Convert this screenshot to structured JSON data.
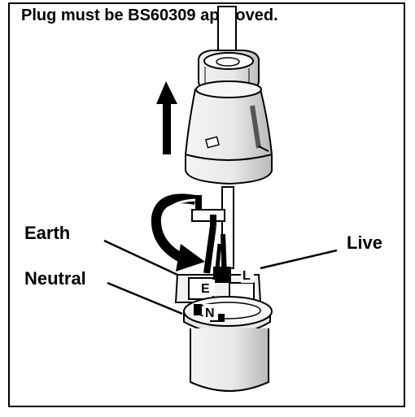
{
  "title": "Plug must be BS60309 approved.",
  "labels": {
    "earth": "Earth",
    "neutral": "Neutral",
    "live": "Live"
  },
  "pins": {
    "earth": "E",
    "neutral": "N",
    "live": "L"
  },
  "icons": {
    "pull_direction": "up-arrow-icon",
    "rotate_direction": "curved-rotate-arrow-icon"
  },
  "colors": {
    "line": "#000000",
    "shade": "#d9d9d9",
    "background": "#ffffff"
  }
}
